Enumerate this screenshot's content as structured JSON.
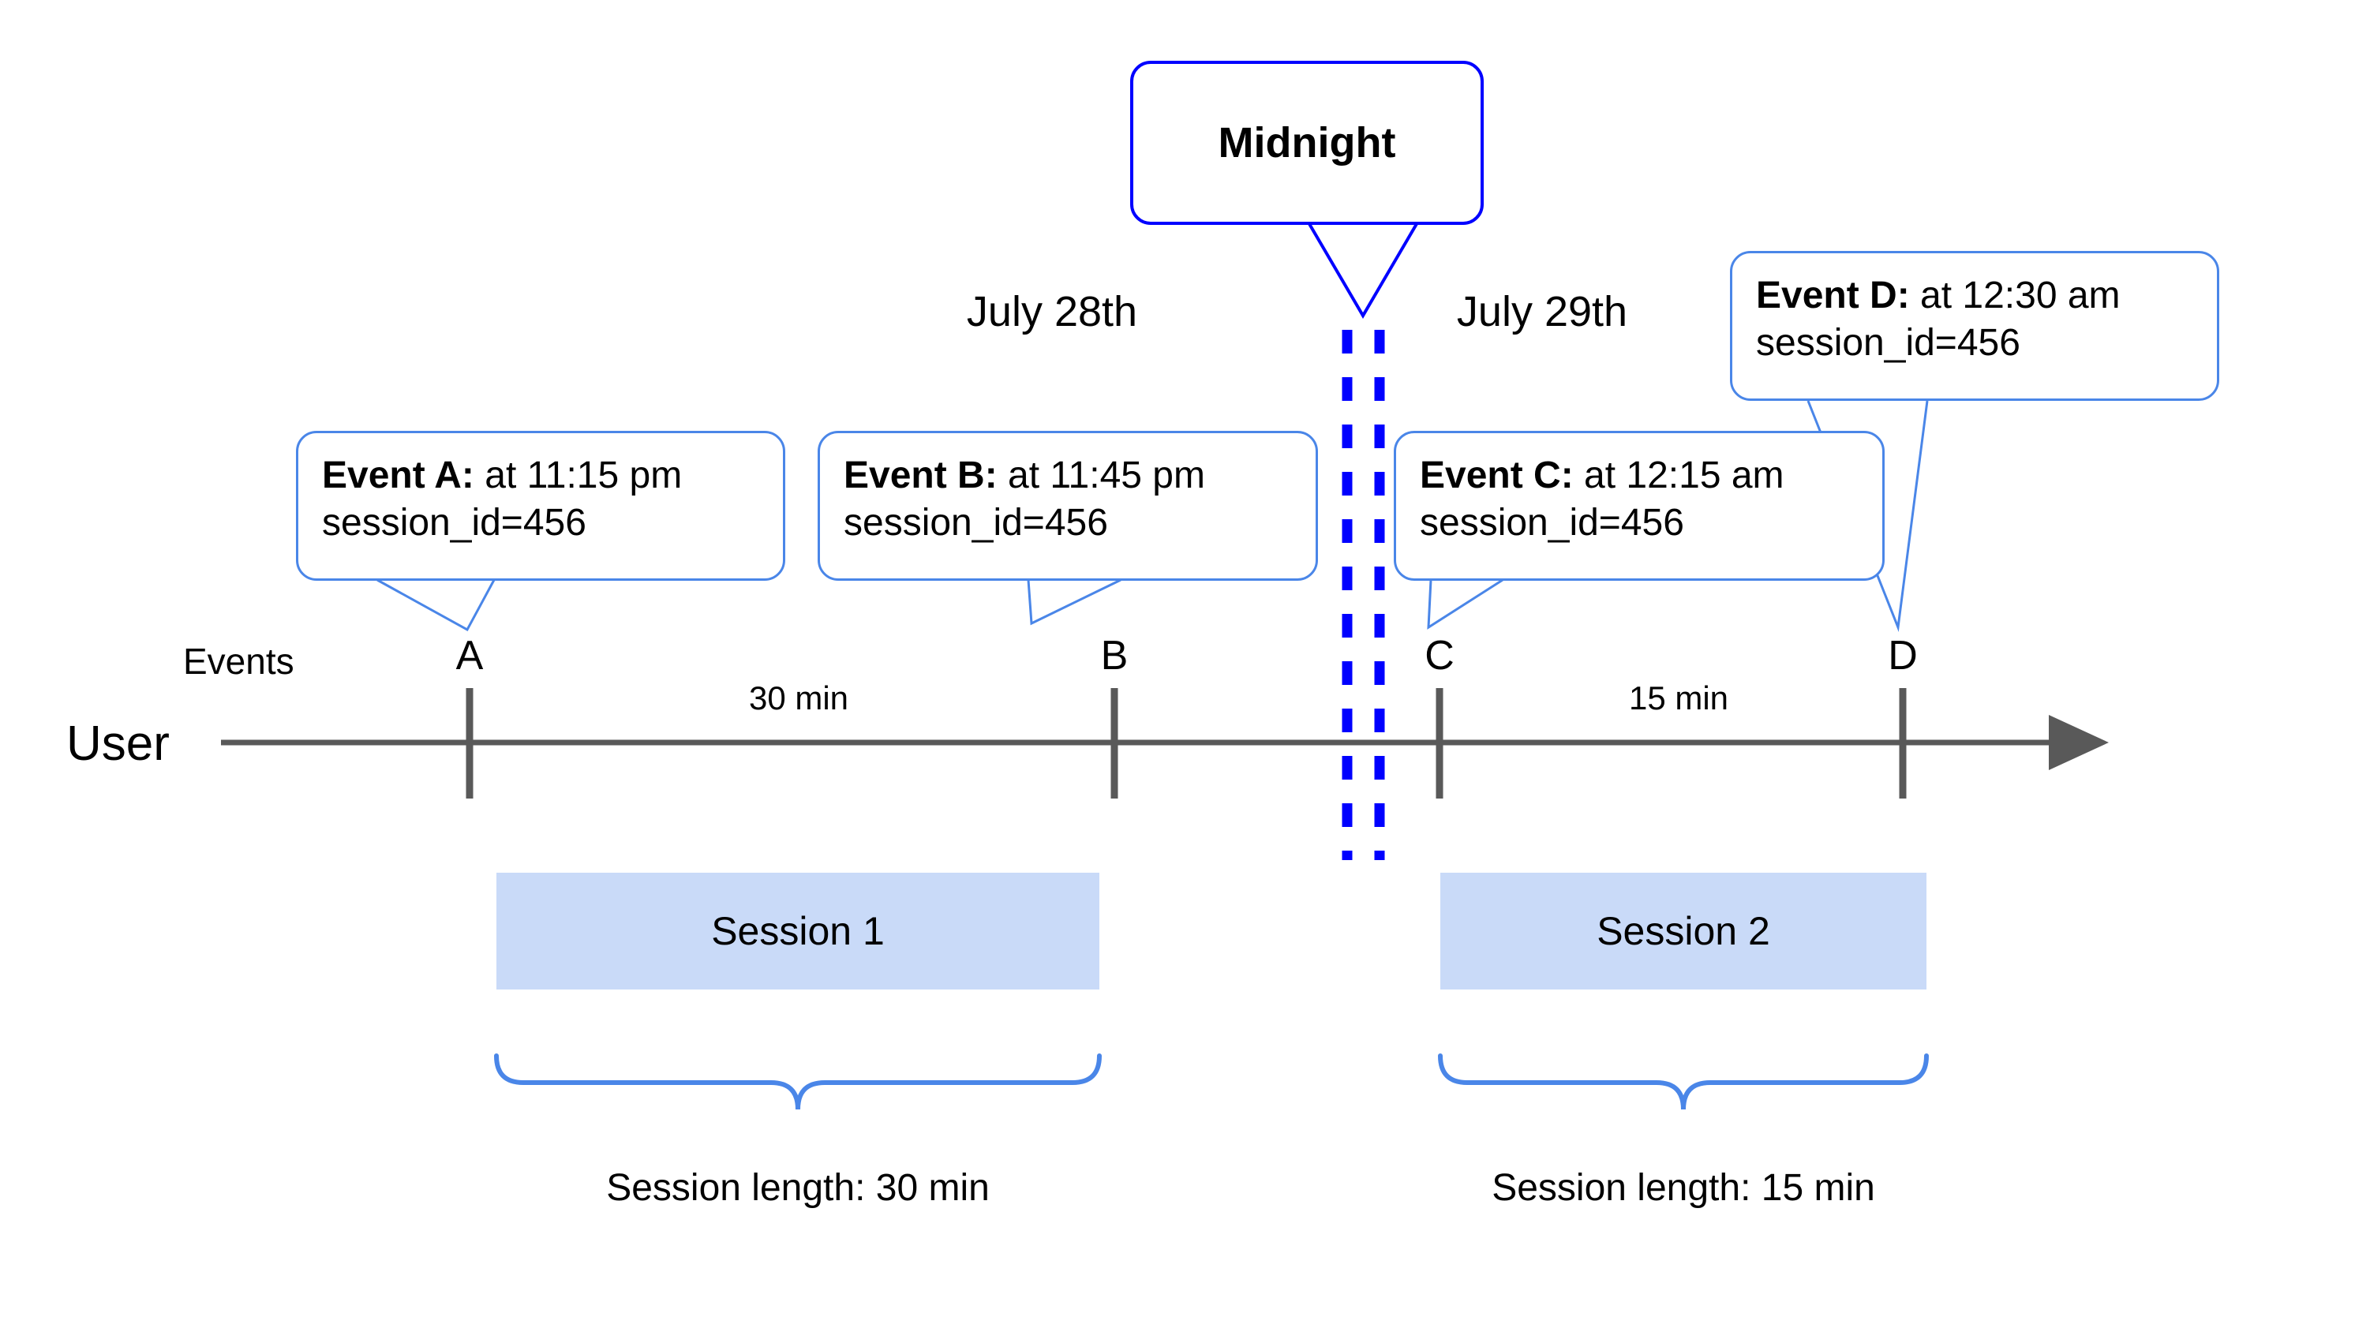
{
  "diagram": {
    "title_note": "Midnight session split timeline",
    "axis": {
      "row_label": "User",
      "events_row_label": "Events",
      "line_color": "#595959",
      "arrow": "right-arrow"
    },
    "midnight": {
      "label": "Midnight",
      "line_color": "#0000ff",
      "style": "double-dashed-vertical"
    },
    "days": [
      {
        "label": "July 28th"
      },
      {
        "label": "July 29th"
      }
    ],
    "ticks": [
      {
        "letter": "A"
      },
      {
        "letter": "B"
      },
      {
        "letter": "C"
      },
      {
        "letter": "D"
      }
    ],
    "durations": [
      {
        "label": "30 min"
      },
      {
        "label": "15 min"
      }
    ],
    "callouts": [
      {
        "name": "event-a",
        "bold": "Event A:",
        "rest": " at 11:15 pm",
        "line2": "session_id=456",
        "border_color": "#4a86e8"
      },
      {
        "name": "event-b",
        "bold": "Event B:",
        "rest": " at 11:45 pm",
        "line2": "session_id=456",
        "border_color": "#4a86e8"
      },
      {
        "name": "event-c",
        "bold": "Event C:",
        "rest": " at 12:15 am",
        "line2": "session_id=456",
        "border_color": "#4a86e8"
      },
      {
        "name": "event-d",
        "bold": "Event D:",
        "rest": " at 12:30 am",
        "line2": "session_id=456",
        "border_color": "#4a86e8"
      }
    ],
    "sessions": [
      {
        "name": "session-1",
        "label": "Session 1",
        "length_label": "Session length: 30 min",
        "fill_color": "#c9daf8"
      },
      {
        "name": "session-2",
        "label": "Session 2",
        "length_label": "Session length: 15 min",
        "fill_color": "#c9daf8"
      }
    ]
  }
}
